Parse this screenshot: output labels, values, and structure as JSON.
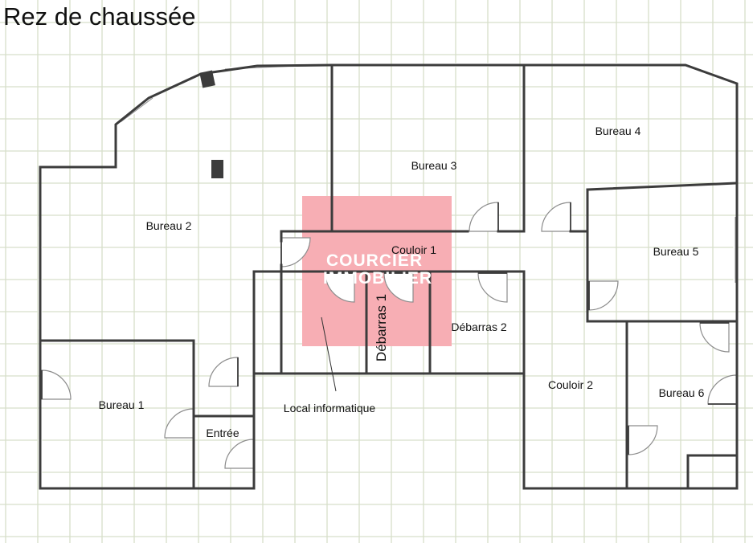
{
  "title": "Rez de chaussée",
  "watermark": {
    "line1": "COURCIER",
    "line2": "IMMOBILIER",
    "color": "#f7aeb4"
  },
  "colors": {
    "wall": "#3c3c3c",
    "grid": "#d7dfca",
    "door": "#8c8c8c"
  },
  "rooms": {
    "bureau_1": "Bureau 1",
    "bureau_2": "Bureau 2",
    "bureau_3": "Bureau 3",
    "bureau_4": "Bureau 4",
    "bureau_5": "Bureau 5",
    "bureau_6": "Bureau 6",
    "couloir_1": "Couloir 1",
    "couloir_2": "Couloir 2",
    "debarras_1": "Débarras 1",
    "debarras_2": "Débarras 2",
    "local_informatique": "Local informatique",
    "entree": "Entrée"
  }
}
